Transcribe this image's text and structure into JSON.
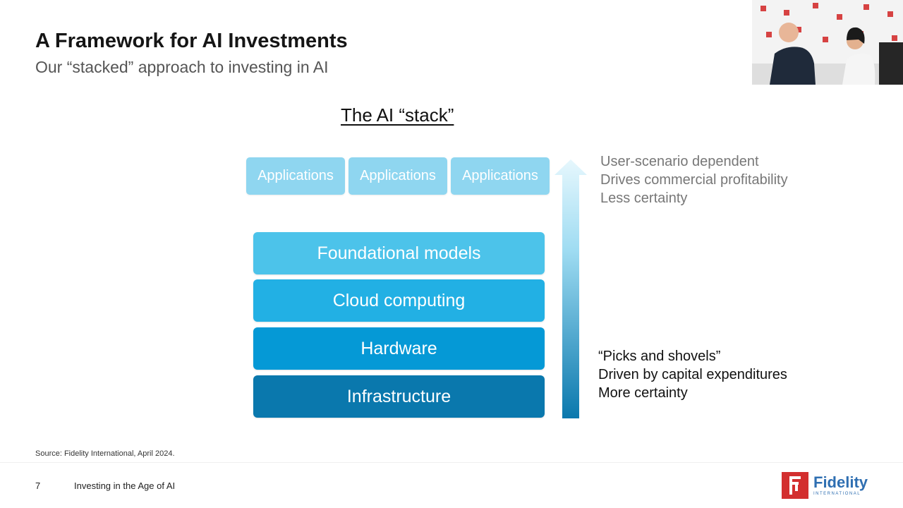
{
  "slide": {
    "title": "A Framework for AI Investments",
    "subtitle": "Our “stacked” approach to investing in AI",
    "stack_heading": "The AI “stack”"
  },
  "applications": [
    "Applications",
    "Applications",
    "Applications"
  ],
  "layers": [
    {
      "label": "Foundational models",
      "color": "#4cc3ea"
    },
    {
      "label": "Cloud computing",
      "color": "#22b0e4"
    },
    {
      "label": "Hardware",
      "color": "#0599d6"
    },
    {
      "label": "Infrastructure",
      "color": "#0a78ad"
    }
  ],
  "notes": {
    "top": [
      "User-scenario dependent",
      "Drives commercial profitability",
      "Less certainty"
    ],
    "bottom": [
      "“Picks and shovels”",
      "Driven by capital expenditures",
      "More certainty"
    ]
  },
  "source": "Source: Fidelity International, April 2024.",
  "footer": {
    "page_number": "7",
    "title": "Investing in the Age of AI"
  },
  "logo": {
    "name": "Fidelity",
    "subtitle": "INTERNATIONAL",
    "brand_red": "#d32f2f",
    "brand_blue": "#2f6fb2"
  },
  "colors": {
    "application_box": "#8fd6f0",
    "arrow_top": "#e6f7fd",
    "arrow_bottom": "#0a78ad"
  }
}
